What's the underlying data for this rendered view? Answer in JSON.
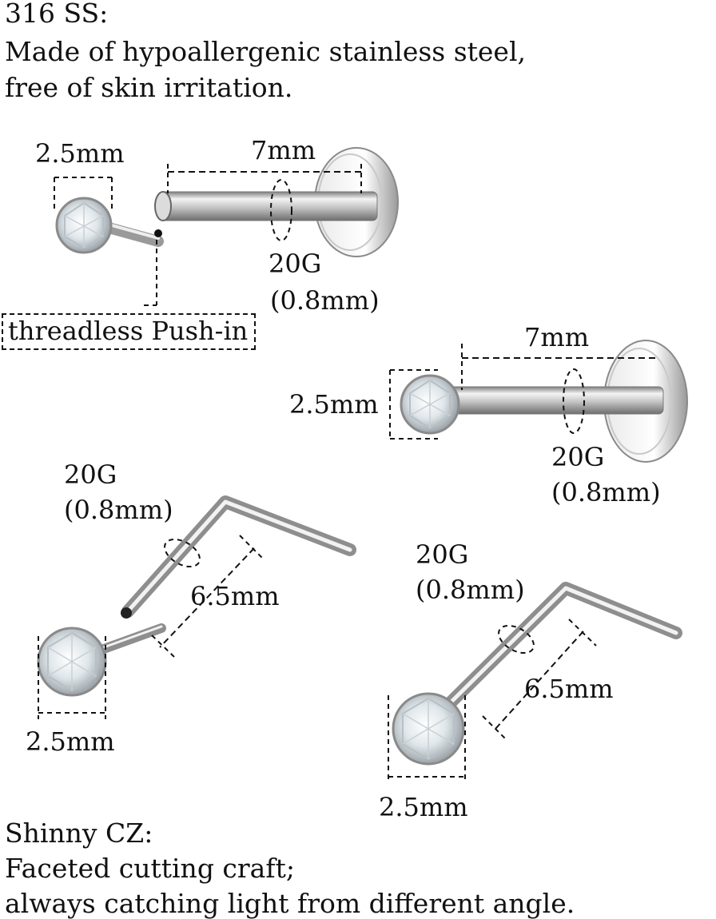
{
  "intro": {
    "title": "316 SS:",
    "line1": "Made of hypoallergenic stainless steel,",
    "line2": "free of skin irritation."
  },
  "piece_threadless": {
    "gem_width": "2.5mm",
    "post_length": "7mm",
    "gauge": "20G",
    "gauge_mm": "(0.8mm)",
    "callout": "threadless Push-in"
  },
  "piece_labret": {
    "post_length": "7mm",
    "gem_height": "2.5mm",
    "gauge": "20G",
    "gauge_mm": "(0.8mm)"
  },
  "piece_lshape_left": {
    "gauge": "20G",
    "gauge_mm": "(0.8mm)",
    "leg_length": "6.5mm",
    "gem_width": "2.5mm"
  },
  "piece_lshape_right": {
    "gauge": "20G",
    "gauge_mm": "(0.8mm)",
    "leg_length": "6.5mm",
    "gem_width": "2.5mm"
  },
  "outro": {
    "title": "Shinny CZ:",
    "line1": "Faceted cutting craft;",
    "line2": "always catching light from different angle."
  }
}
